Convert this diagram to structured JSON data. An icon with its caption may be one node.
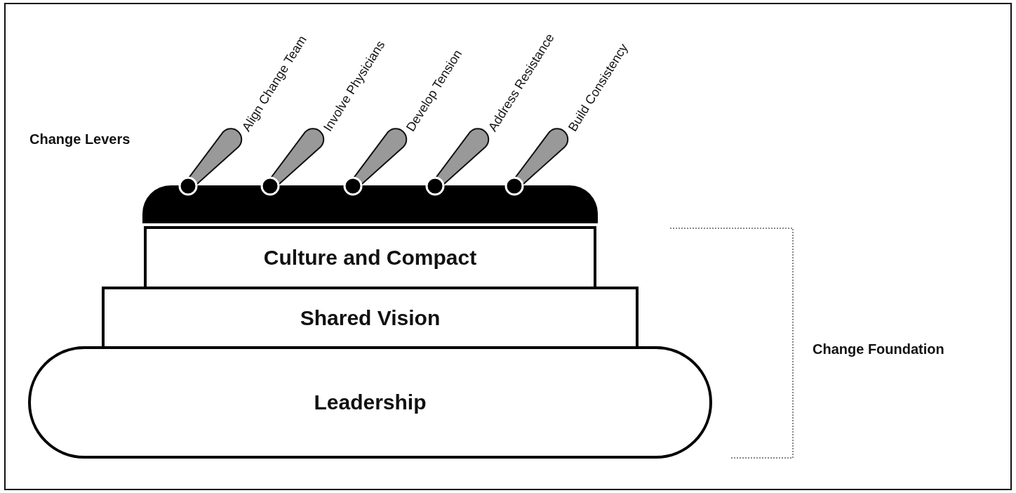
{
  "diagram": {
    "nodes": [
      {
        "text": [],
        "shape": "bar"
      },
      {
        "text": [
          "Culture and Compact"
        ]
      },
      {
        "text": [
          "Shared Vision"
        ]
      },
      {
        "text": [
          "Leadership"
        ]
      }
    ],
    "labels": [
      "Align Change Team",
      "Involve Physicians",
      "Develop Tension",
      "Address Resistance",
      "Build Consistency",
      "Change Levers",
      "Change Foundation"
    ]
  }
}
